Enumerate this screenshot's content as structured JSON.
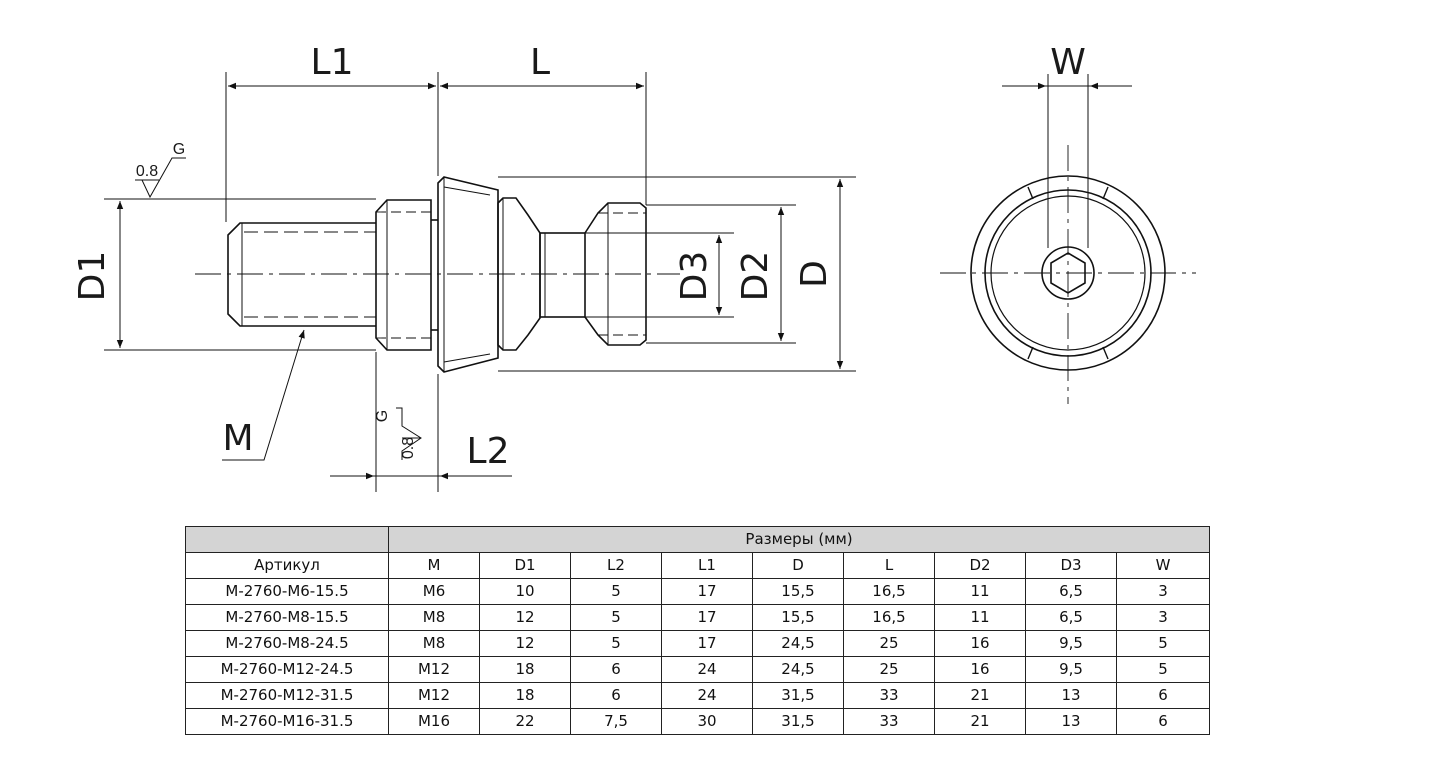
{
  "drawing": {
    "labels": {
      "L1": "L1",
      "L": "L",
      "W": "W",
      "D1": "D1",
      "D": "D",
      "D2": "D2",
      "D3": "D3",
      "M": "M",
      "L2": "L2",
      "roughness_top_value": "0.8",
      "roughness_top_grade": "G",
      "roughness_bottom_value": "0.8",
      "roughness_bottom_grade": "G"
    }
  },
  "table": {
    "header_group": "Размеры (мм)",
    "columns": [
      "Артикул",
      "M",
      "D1",
      "L2",
      "L1",
      "D",
      "L",
      "D2",
      "D3",
      "W"
    ],
    "rows": [
      [
        "M-2760-M6-15.5",
        "M6",
        "10",
        "5",
        "17",
        "15,5",
        "16,5",
        "11",
        "6,5",
        "3"
      ],
      [
        "M-2760-M8-15.5",
        "M8",
        "12",
        "5",
        "17",
        "15,5",
        "16,5",
        "11",
        "6,5",
        "3"
      ],
      [
        "M-2760-M8-24.5",
        "M8",
        "12",
        "5",
        "17",
        "24,5",
        "25",
        "16",
        "9,5",
        "5"
      ],
      [
        "M-2760-M12-24.5",
        "M12",
        "18",
        "6",
        "24",
        "24,5",
        "25",
        "16",
        "9,5",
        "5"
      ],
      [
        "M-2760-M12-31.5",
        "M12",
        "18",
        "6",
        "24",
        "31,5",
        "33",
        "21",
        "13",
        "6"
      ],
      [
        "M-2760-M16-31.5",
        "M16",
        "22",
        "7,5",
        "30",
        "31,5",
        "33",
        "21",
        "13",
        "6"
      ]
    ]
  }
}
